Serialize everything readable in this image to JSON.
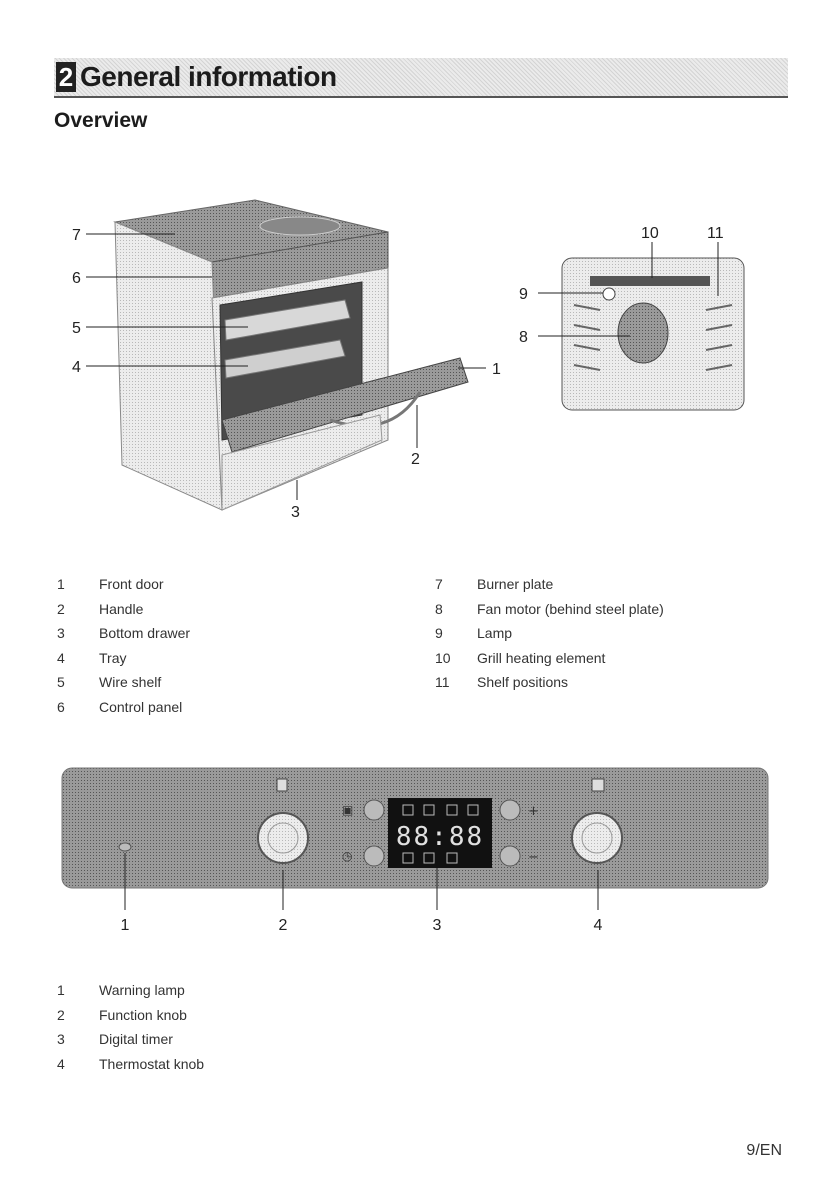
{
  "header": {
    "chapter_number": "2",
    "chapter_title": "General information"
  },
  "section": {
    "title": "Overview"
  },
  "oven_callouts": [
    "7",
    "6",
    "5",
    "4",
    "1",
    "2",
    "3"
  ],
  "interior_callouts": [
    "10",
    "11",
    "9",
    "8"
  ],
  "panel_callouts": [
    "1",
    "2",
    "3",
    "4"
  ],
  "timer_display": "88:88",
  "panel_signs": {
    "plus": "+",
    "minus": "−"
  },
  "parts_left": [
    {
      "num": "1",
      "label": "Front door"
    },
    {
      "num": "2",
      "label": "Handle"
    },
    {
      "num": "3",
      "label": "Bottom drawer"
    },
    {
      "num": "4",
      "label": "Tray"
    },
    {
      "num": "5",
      "label": "Wire shelf"
    },
    {
      "num": "6",
      "label": "Control panel"
    }
  ],
  "parts_right": [
    {
      "num": "7",
      "label": "Burner plate"
    },
    {
      "num": "8",
      "label": "Fan motor (behind steel plate)"
    },
    {
      "num": "9",
      "label": "Lamp"
    },
    {
      "num": "10",
      "label": "Grill heating element"
    },
    {
      "num": "11",
      "label": "Shelf positions"
    }
  ],
  "panel_parts": [
    {
      "num": "1",
      "label": "Warning lamp"
    },
    {
      "num": "2",
      "label": "Function knob"
    },
    {
      "num": "3",
      "label": "Digital timer"
    },
    {
      "num": "4",
      "label": "Thermostat knob"
    }
  ],
  "footer": {
    "page_number": "9/EN"
  }
}
